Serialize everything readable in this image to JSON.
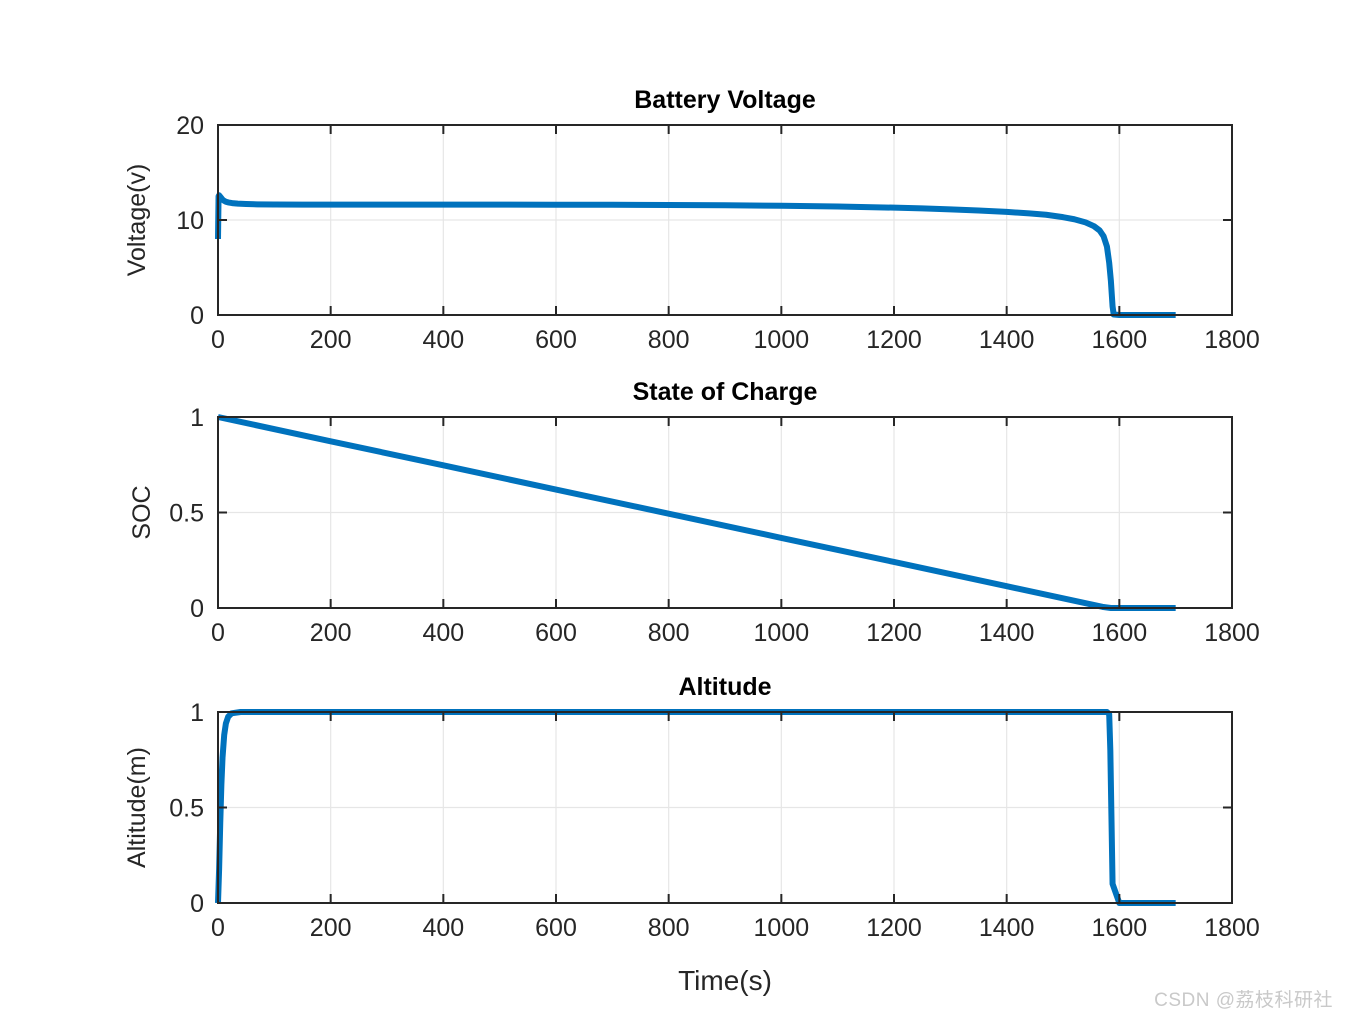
{
  "figure": {
    "background_color": "#ffffff",
    "line_color": "#0072BD",
    "axis_color": "#262626",
    "grid_color": "#e6e6e6",
    "xlabel": "Time(s)"
  },
  "watermark": {
    "text": "CSDN @荔枝科研社",
    "color": "#c9c9c9"
  },
  "chart_data": [
    {
      "type": "line",
      "title": "Battery Voltage",
      "xlabel": "",
      "ylabel": "Voltage(v)",
      "xlim": [
        0,
        1800
      ],
      "ylim": [
        0,
        20
      ],
      "xticks": [
        0,
        200,
        400,
        600,
        800,
        1000,
        1200,
        1400,
        1600,
        1800
      ],
      "xticklabels": [
        "0",
        "200",
        "400",
        "600",
        "800",
        "1000",
        "1200",
        "1400",
        "1600",
        "1800"
      ],
      "yticks": [
        0,
        10,
        20
      ],
      "yticklabels": [
        "0",
        "10",
        "20"
      ],
      "grid": true,
      "series": [
        {
          "name": "battery-voltage",
          "color": "#0072BD",
          "x": [
            0,
            1,
            2,
            4,
            6,
            8,
            10,
            14,
            18,
            25,
            35,
            50,
            70,
            100,
            150,
            200,
            300,
            400,
            500,
            600,
            700,
            800,
            900,
            1000,
            1100,
            1200,
            1250,
            1300,
            1350,
            1400,
            1440,
            1470,
            1500,
            1520,
            1540,
            1555,
            1565,
            1572,
            1578,
            1582,
            1585,
            1587,
            1588,
            1590,
            1600,
            1620,
            1660,
            1700
          ],
          "y": [
            8.0,
            12.5,
            12.6,
            12.45,
            12.3,
            12.15,
            12.05,
            11.92,
            11.85,
            11.78,
            11.72,
            11.68,
            11.65,
            11.63,
            11.62,
            11.62,
            11.62,
            11.62,
            11.62,
            11.61,
            11.6,
            11.58,
            11.55,
            11.5,
            11.42,
            11.3,
            11.22,
            11.12,
            11.0,
            10.85,
            10.7,
            10.55,
            10.3,
            10.08,
            9.75,
            9.35,
            8.9,
            8.3,
            7.2,
            5.5,
            3.6,
            1.8,
            0.9,
            0.05,
            0.0,
            0.0,
            0.0,
            0.0
          ]
        }
      ]
    },
    {
      "type": "line",
      "title": "State of Charge",
      "xlabel": "",
      "ylabel": "SOC",
      "xlim": [
        0,
        1800
      ],
      "ylim": [
        0,
        1
      ],
      "xticks": [
        0,
        200,
        400,
        600,
        800,
        1000,
        1200,
        1400,
        1600,
        1800
      ],
      "xticklabels": [
        "0",
        "200",
        "400",
        "600",
        "800",
        "1000",
        "1200",
        "1400",
        "1600",
        "1800"
      ],
      "yticks": [
        0,
        0.5,
        1
      ],
      "yticklabels": [
        "0",
        "0.5",
        "1"
      ],
      "grid": true,
      "series": [
        {
          "name": "state-of-charge",
          "color": "#0072BD",
          "x": [
            0,
            200,
            400,
            600,
            800,
            1000,
            1200,
            1400,
            1570,
            1585,
            1620,
            1700
          ],
          "y": [
            1.0,
            0.873,
            0.747,
            0.62,
            0.494,
            0.367,
            0.241,
            0.114,
            0.006,
            0.0,
            0.0,
            0.0
          ]
        }
      ]
    },
    {
      "type": "line",
      "title": "Altitude",
      "xlabel": "Time(s)",
      "ylabel": "Altitude(m)",
      "xlim": [
        0,
        1800
      ],
      "ylim": [
        0,
        1
      ],
      "xticks": [
        0,
        200,
        400,
        600,
        800,
        1000,
        1200,
        1400,
        1600,
        1800
      ],
      "xticklabels": [
        "0",
        "200",
        "400",
        "600",
        "800",
        "1000",
        "1200",
        "1400",
        "1600",
        "1800"
      ],
      "yticks": [
        0,
        0.5,
        1
      ],
      "yticklabels": [
        "0",
        "0.5",
        "1"
      ],
      "grid": true,
      "series": [
        {
          "name": "altitude",
          "color": "#0072BD",
          "x": [
            0,
            2,
            4,
            6,
            8,
            11,
            14,
            18,
            24,
            40,
            200,
            600,
            1000,
            1400,
            1560,
            1578,
            1582,
            1584,
            1586,
            1588,
            1600,
            1650,
            1700
          ],
          "y": [
            0.0,
            0.18,
            0.42,
            0.62,
            0.76,
            0.88,
            0.94,
            0.975,
            0.993,
            1.0,
            1.0,
            1.0,
            1.0,
            1.0,
            1.0,
            1.0,
            0.99,
            0.8,
            0.45,
            0.1,
            0.0,
            0.0,
            0.0
          ]
        }
      ]
    }
  ]
}
